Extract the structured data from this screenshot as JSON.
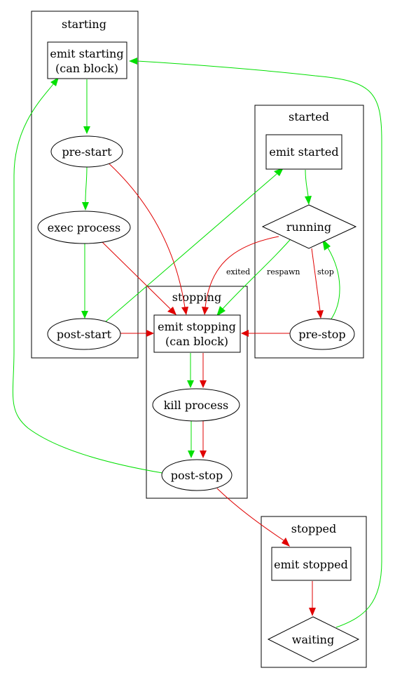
{
  "clusters": {
    "starting": "starting",
    "started": "started",
    "stopping": "stopping",
    "stopped": "stopped"
  },
  "nodes": {
    "emit_starting_line1": "emit starting",
    "emit_starting_line2": "(can block)",
    "pre_start": "pre-start",
    "exec_process": "exec process",
    "post_start": "post-start",
    "emit_started": "emit started",
    "running": "running",
    "pre_stop": "pre-stop",
    "emit_stopping_line1": "emit stopping",
    "emit_stopping_line2": "(can block)",
    "kill_process": "kill process",
    "post_stop": "post-stop",
    "emit_stopped": "emit stopped",
    "waiting": "waiting"
  },
  "edge_labels": {
    "exited": "exited",
    "respawn": "respawn",
    "stop": "stop"
  },
  "colors": {
    "green_edge": "#00e000",
    "red_edge": "#e00000"
  }
}
